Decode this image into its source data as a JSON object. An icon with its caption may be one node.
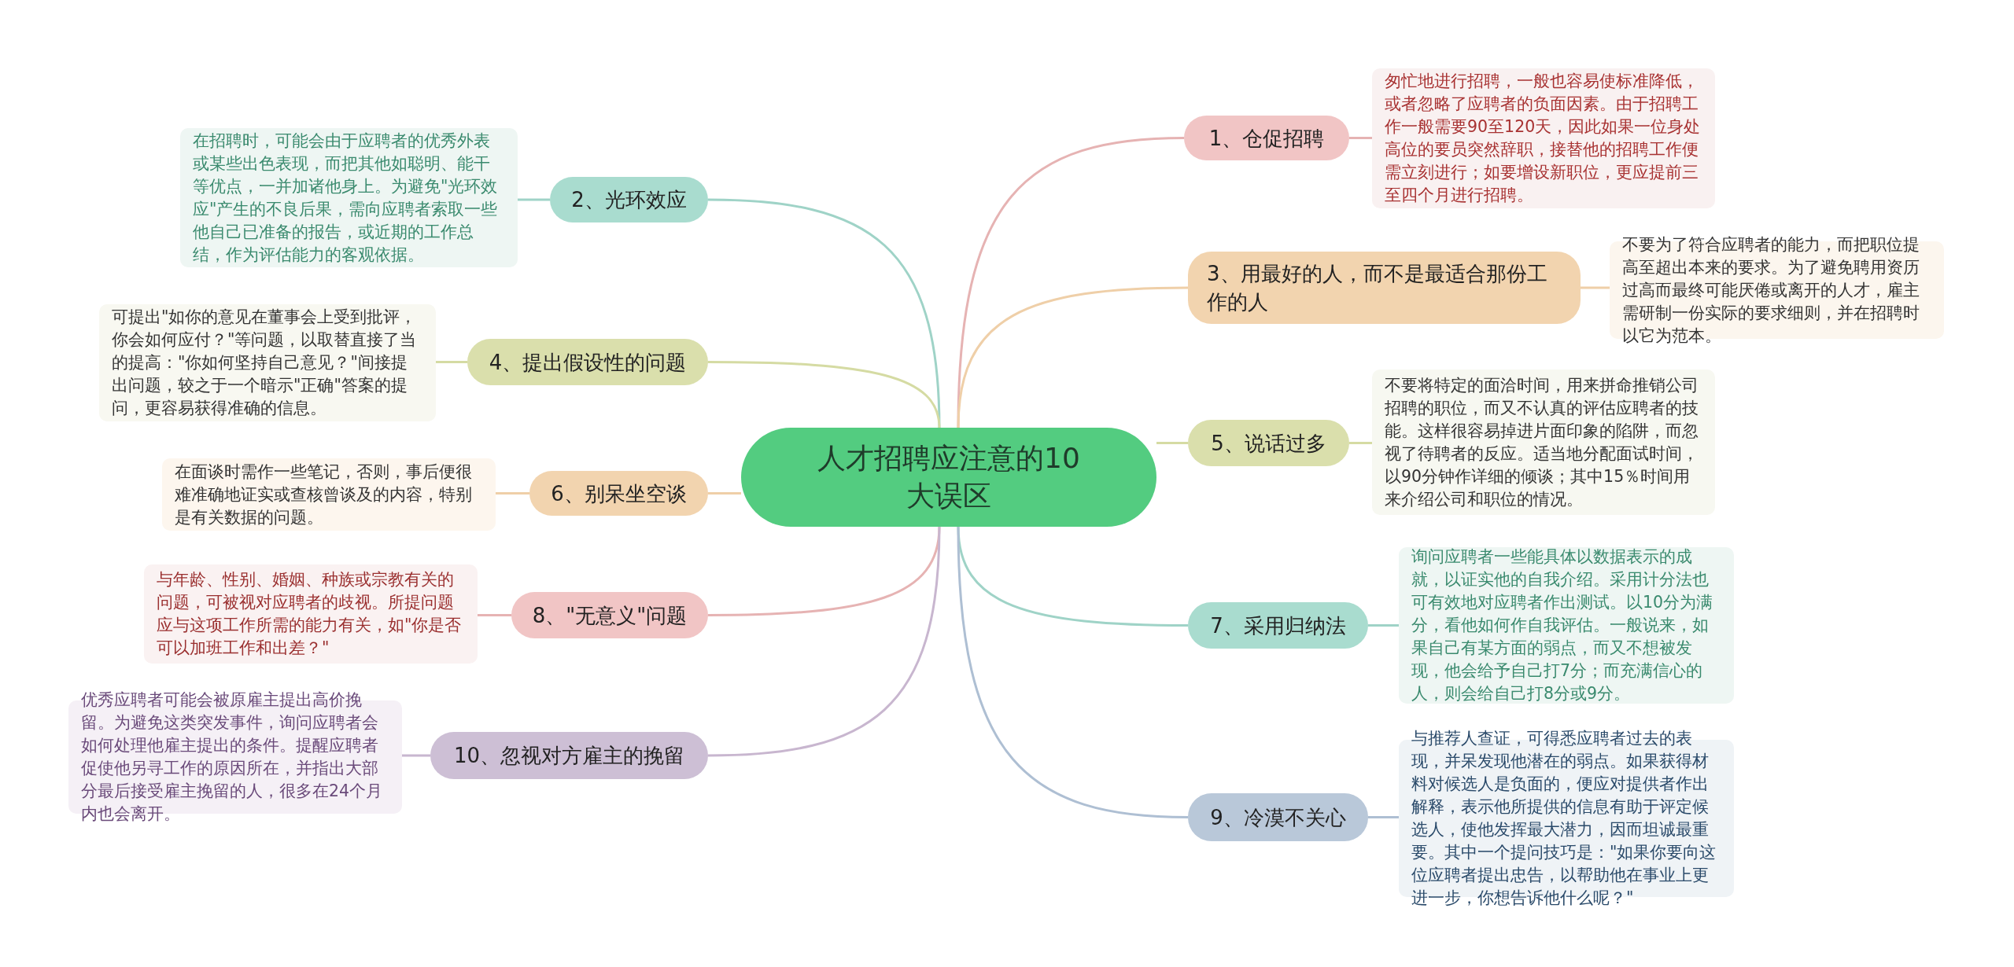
{
  "diagram": {
    "nodes": [
      {
        "text": [
          "人才招聘应注意的10大误区"
        ]
      },
      {
        "text": [
          "1、仓促招聘"
        ]
      },
      {
        "text": [
          "匆忙地进行招聘，一般也容易使标准降低，或者忽略了应聘者的负面因素。由于招聘工作一般需要90至120天，因此如果一位身处高位的要员突然辞职，接替他的招聘工作便需立刻进行；如要增设新职位，更应提前三至四个月进行招聘。"
        ]
      },
      {
        "text": [
          "2、光环效应"
        ]
      },
      {
        "text": [
          "在招聘时，可能会由于应聘者的优秀外表或某些出色表现，而把其他如聪明、能干等优点，一并加诸他身上。为避免\"光环效应\"产生的不良后果，需向应聘者索取一些他自己已准备的报告，或近期的工作总结，作为评估能力的客观依据。"
        ]
      },
      {
        "text": [
          "3、用最好的人，而不是最适合那份工作的人"
        ]
      },
      {
        "text": [
          "不要为了符合应聘者的能力，而把职位提高至超出本来的要求。为了避免聘用资历过高而最终可能厌倦或离开的人才，雇主需研制一份实际的要求细则，并在招聘时以它为范本。"
        ]
      },
      {
        "text": [
          "4、提出假设性的问题"
        ]
      },
      {
        "text": [
          "可提出\"如你的意见在董事会上受到批评，你会如何应付？\"等问题，以取替直接了当的提高：\"你如何坚持自己意见？\"间接提出问题，较之于一个暗示\"正确\"答案的提问，更容易获得准确的信息。"
        ]
      },
      {
        "text": [
          "5、说话过多"
        ]
      },
      {
        "text": [
          "不要将特定的面洽时间，用来拼命推销公司招聘的职位，而又不认真的评估应聘者的技能。这样很容易掉进片面印象的陷阱，而忽视了待聘者的反应。适当地分配面试时间，以90分钟作详细的倾谈；其中15％时间用来介绍公司和职位的情况。"
        ]
      },
      {
        "text": [
          "6、别呆坐空谈"
        ]
      },
      {
        "text": [
          "在面谈时需作一些笔记，否则，事后便很难准确地证实或查核曾谈及的内容，特别是有关数据的问题。"
        ]
      },
      {
        "text": [
          "7、采用归纳法"
        ]
      },
      {
        "text": [
          "询问应聘者一些能具体以数据表示的成就，以证实他的自我介绍。采用计分法也可有效地对应聘者作出测试。以10分为满分，看他如何作自我评估。一般说来，如果自己有某方面的弱点，而又不想被发现，他会给予自己打7分；而充满信心的人，则会给自己打8分或9分。"
        ]
      },
      {
        "text": [
          "8、\"无意义\"问题"
        ]
      },
      {
        "text": [
          "与年龄、性别、婚姻、种族或宗教有关的问题，可被视对应聘者的歧视。所提问题应与这项工作所需的能力有关，如\"你是否可以加班工作和出差？\""
        ]
      },
      {
        "text": [
          "9、冷漠不关心"
        ]
      },
      {
        "text": [
          "与推荐人查证，可得悉应聘者过去的表现，并呆发现他潜在的弱点。如果获得材料对候选人是负面的，便应对提供者作出解释，表示他所提供的信息有助于评定候选人，使他发挥最大潜力，因而坦诚最重要。其中一个提问技巧是：\"如果你要向这位应聘者提出忠告，以帮助他在事业上更进一步，你想告诉他什么呢？\""
        ]
      },
      {
        "text": [
          "10、忽视对方雇主的挽留"
        ]
      },
      {
        "text": [
          "优秀应聘者可能会被原雇主提出高价挽留。为避免这类突发事件，询问应聘者会如何处理他雇主提出的条件。提醒应聘者促使他另寻工作的原因所在，并指出大部分最后接受雇主挽留的人，很多在24个月内也会离开。"
        ]
      }
    ],
    "edges": [
      {
        "from": 0,
        "to": 1,
        "arrow": "none",
        "color": "#e6b3b3"
      },
      {
        "from": 1,
        "to": 2,
        "arrow": "none",
        "color": "#e6b3b3"
      },
      {
        "from": 0,
        "to": 3,
        "arrow": "none",
        "color": "#9fd3c7"
      },
      {
        "from": 3,
        "to": 4,
        "arrow": "none",
        "color": "#9fd3c7"
      },
      {
        "from": 0,
        "to": 5,
        "arrow": "none",
        "color": "#efcfa8"
      },
      {
        "from": 5,
        "to": 6,
        "arrow": "none",
        "color": "#efcfa8"
      },
      {
        "from": 0,
        "to": 7,
        "arrow": "none",
        "color": "#d5dba3"
      },
      {
        "from": 7,
        "to": 8,
        "arrow": "none",
        "color": "#d5dba3"
      },
      {
        "from": 0,
        "to": 9,
        "arrow": "none",
        "color": "#d5dba3"
      },
      {
        "from": 9,
        "to": 10,
        "arrow": "none",
        "color": "#d5dba3"
      },
      {
        "from": 0,
        "to": 11,
        "arrow": "none",
        "color": "#efcfa8"
      },
      {
        "from": 11,
        "to": 12,
        "arrow": "none",
        "color": "#efcfa8"
      },
      {
        "from": 0,
        "to": 13,
        "arrow": "none",
        "color": "#9fd3c7"
      },
      {
        "from": 13,
        "to": 14,
        "arrow": "none",
        "color": "#9fd3c7"
      },
      {
        "from": 0,
        "to": 15,
        "arrow": "none",
        "color": "#e6b3b3"
      },
      {
        "from": 15,
        "to": 16,
        "arrow": "none",
        "color": "#e6b3b3"
      },
      {
        "from": 0,
        "to": 17,
        "arrow": "none",
        "color": "#aebfd3"
      },
      {
        "from": 17,
        "to": 18,
        "arrow": "none",
        "color": "#aebfd3"
      },
      {
        "from": 0,
        "to": 19,
        "arrow": "none",
        "color": "#c8b6cf"
      },
      {
        "from": 19,
        "to": 20,
        "arrow": "none",
        "color": "#c8b6cf"
      }
    ]
  }
}
